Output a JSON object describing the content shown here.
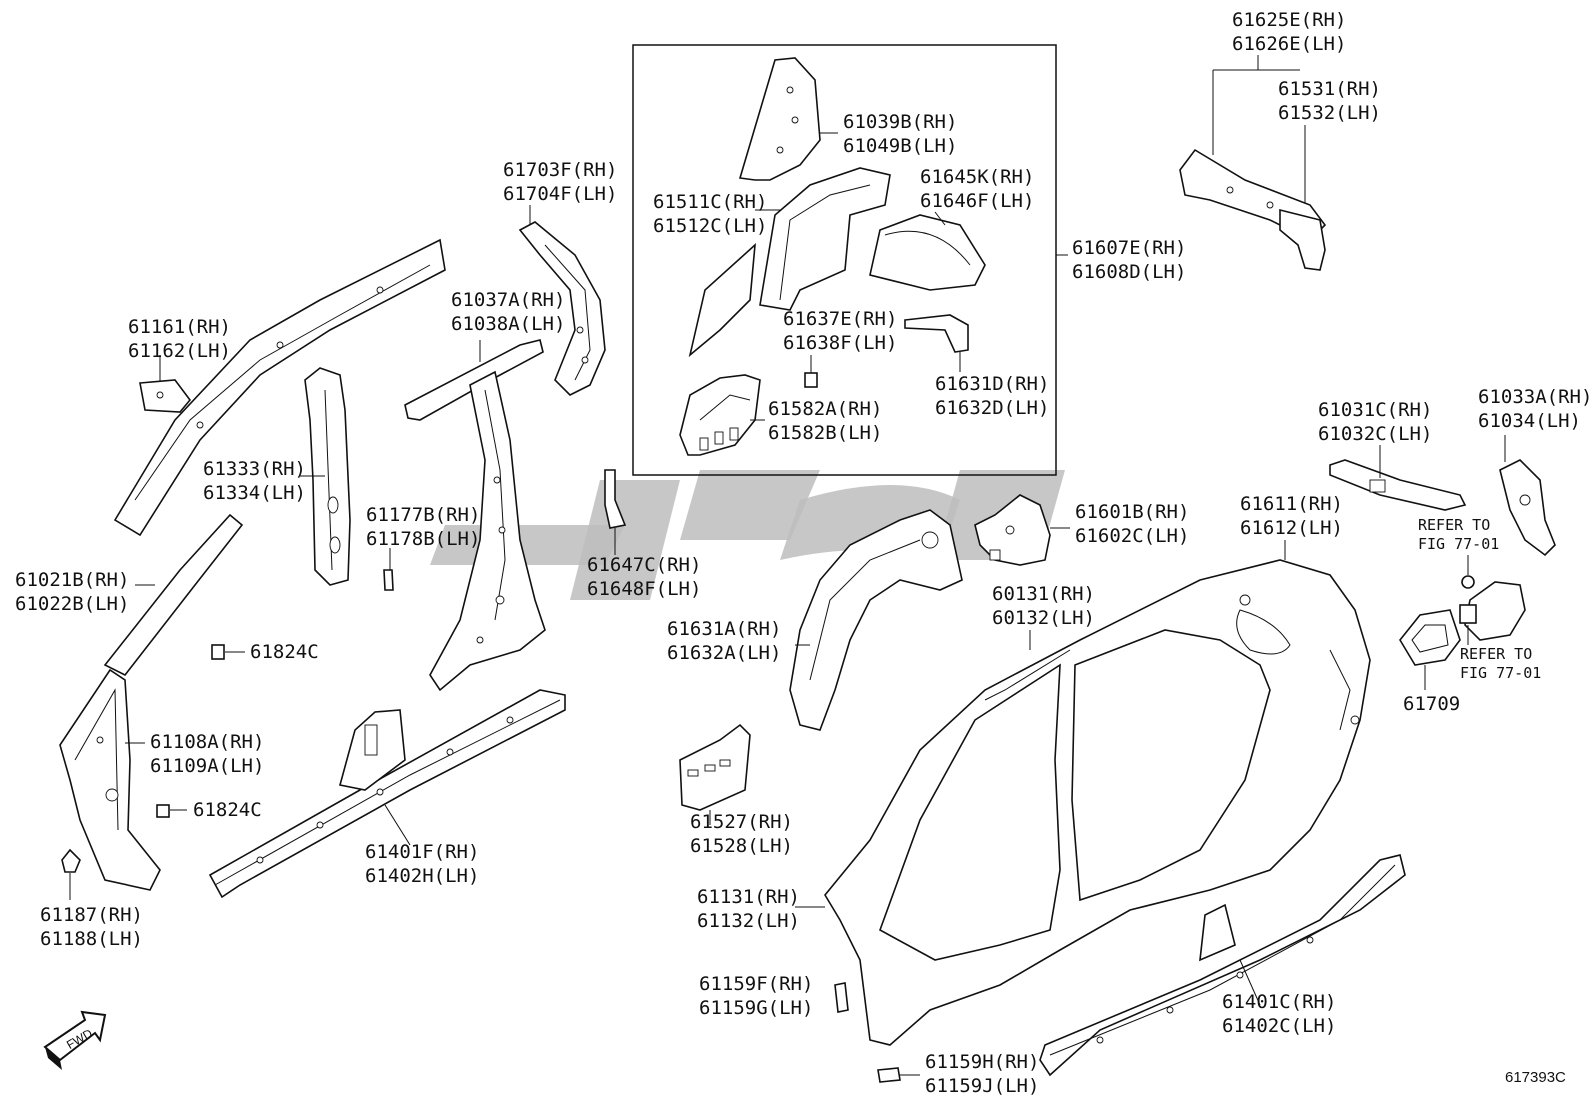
{
  "figure_code": "617393C",
  "fwd_label": "FWD",
  "callouts": {
    "c61625": [
      "61625E(RH)",
      "61626E(LH)"
    ],
    "c61531": [
      "61531(RH)",
      "61532(LH)"
    ],
    "c61039": [
      "61039B(RH)",
      "61049B(LH)"
    ],
    "c61703": [
      "61703F(RH)",
      "61704F(LH)"
    ],
    "c61511": [
      "61511C(RH)",
      "61512C(LH)"
    ],
    "c61645": [
      "61645K(RH)",
      "61646F(LH)"
    ],
    "c61607": [
      "61607E(RH)",
      "61608D(LH)"
    ],
    "c61161": [
      "61161(RH)",
      "61162(LH)"
    ],
    "c61037": [
      "61037A(RH)",
      "61038A(LH)"
    ],
    "c61637": [
      "61637E(RH)",
      "61638F(LH)"
    ],
    "c61631d": [
      "61631D(RH)",
      "61632D(LH)"
    ],
    "c61582": [
      "61582A(RH)",
      "61582B(LH)"
    ],
    "c61031": [
      "61031C(RH)",
      "61032C(LH)"
    ],
    "c61033": [
      "61033A(RH)",
      "61034(LH)"
    ],
    "c61333": [
      "61333(RH)",
      "61334(LH)"
    ],
    "c61177": [
      "61177B(RH)",
      "61178B(LH)"
    ],
    "c61601": [
      "61601B(RH)",
      "61602C(LH)"
    ],
    "c61611": [
      "61611(RH)",
      "61612(LH)"
    ],
    "c61647": [
      "61647C(RH)",
      "61648F(LH)"
    ],
    "c61021": [
      "61021B(RH)",
      "61022B(LH)"
    ],
    "c60131": [
      "60131(RH)",
      "60132(LH)"
    ],
    "c61631a": [
      "61631A(RH)",
      "61632A(LH)"
    ],
    "c61824a": [
      "61824C"
    ],
    "c61108": [
      "61108A(RH)",
      "61109A(LH)"
    ],
    "c61824b": [
      "61824C"
    ],
    "c61527": [
      "61527(RH)",
      "61528(LH)"
    ],
    "c61401f": [
      "61401F(RH)",
      "61402H(LH)"
    ],
    "c61187": [
      "61187(RH)",
      "61188(LH)"
    ],
    "c61131": [
      "61131(RH)",
      "61132(LH)"
    ],
    "c61159f": [
      "61159F(RH)",
      "61159G(LH)"
    ],
    "c61401c": [
      "61401C(RH)",
      "61402C(LH)"
    ],
    "c61159h": [
      "61159H(RH)",
      "61159J(LH)"
    ],
    "c61709": [
      "61709"
    ]
  },
  "refer_top": [
    "REFER TO",
    "FIG 77-01"
  ],
  "refer_bottom": [
    "REFER TO",
    "FIG 77-01"
  ]
}
